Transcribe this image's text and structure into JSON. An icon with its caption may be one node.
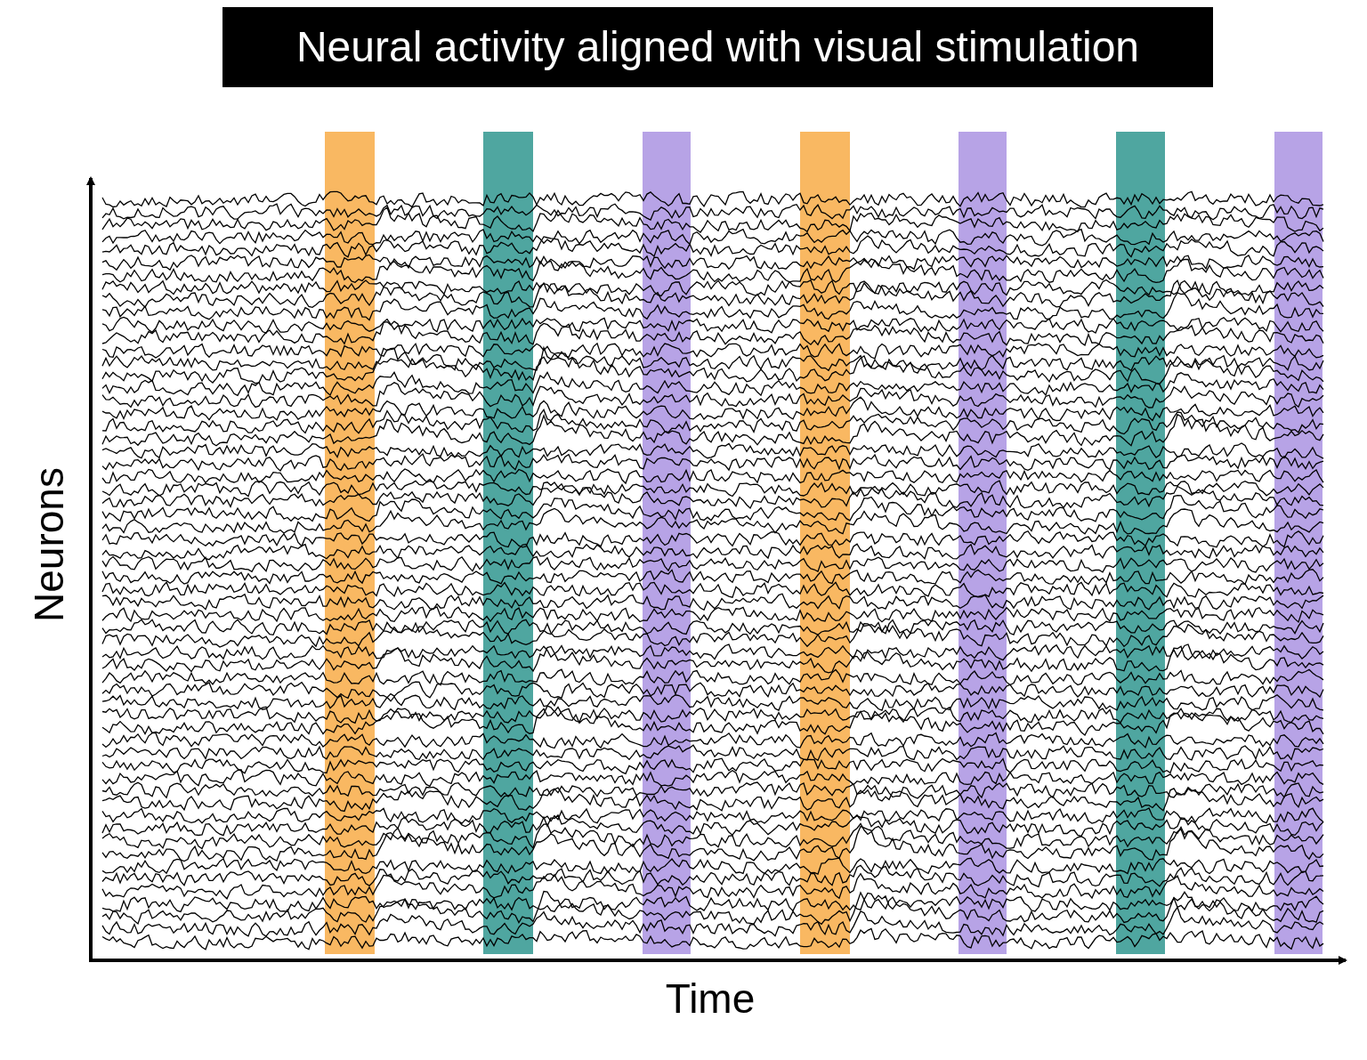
{
  "diagram": {
    "title": "Neural activity aligned with visual stimulation",
    "labels": [
      "Neurons",
      "Time"
    ]
  }
}
